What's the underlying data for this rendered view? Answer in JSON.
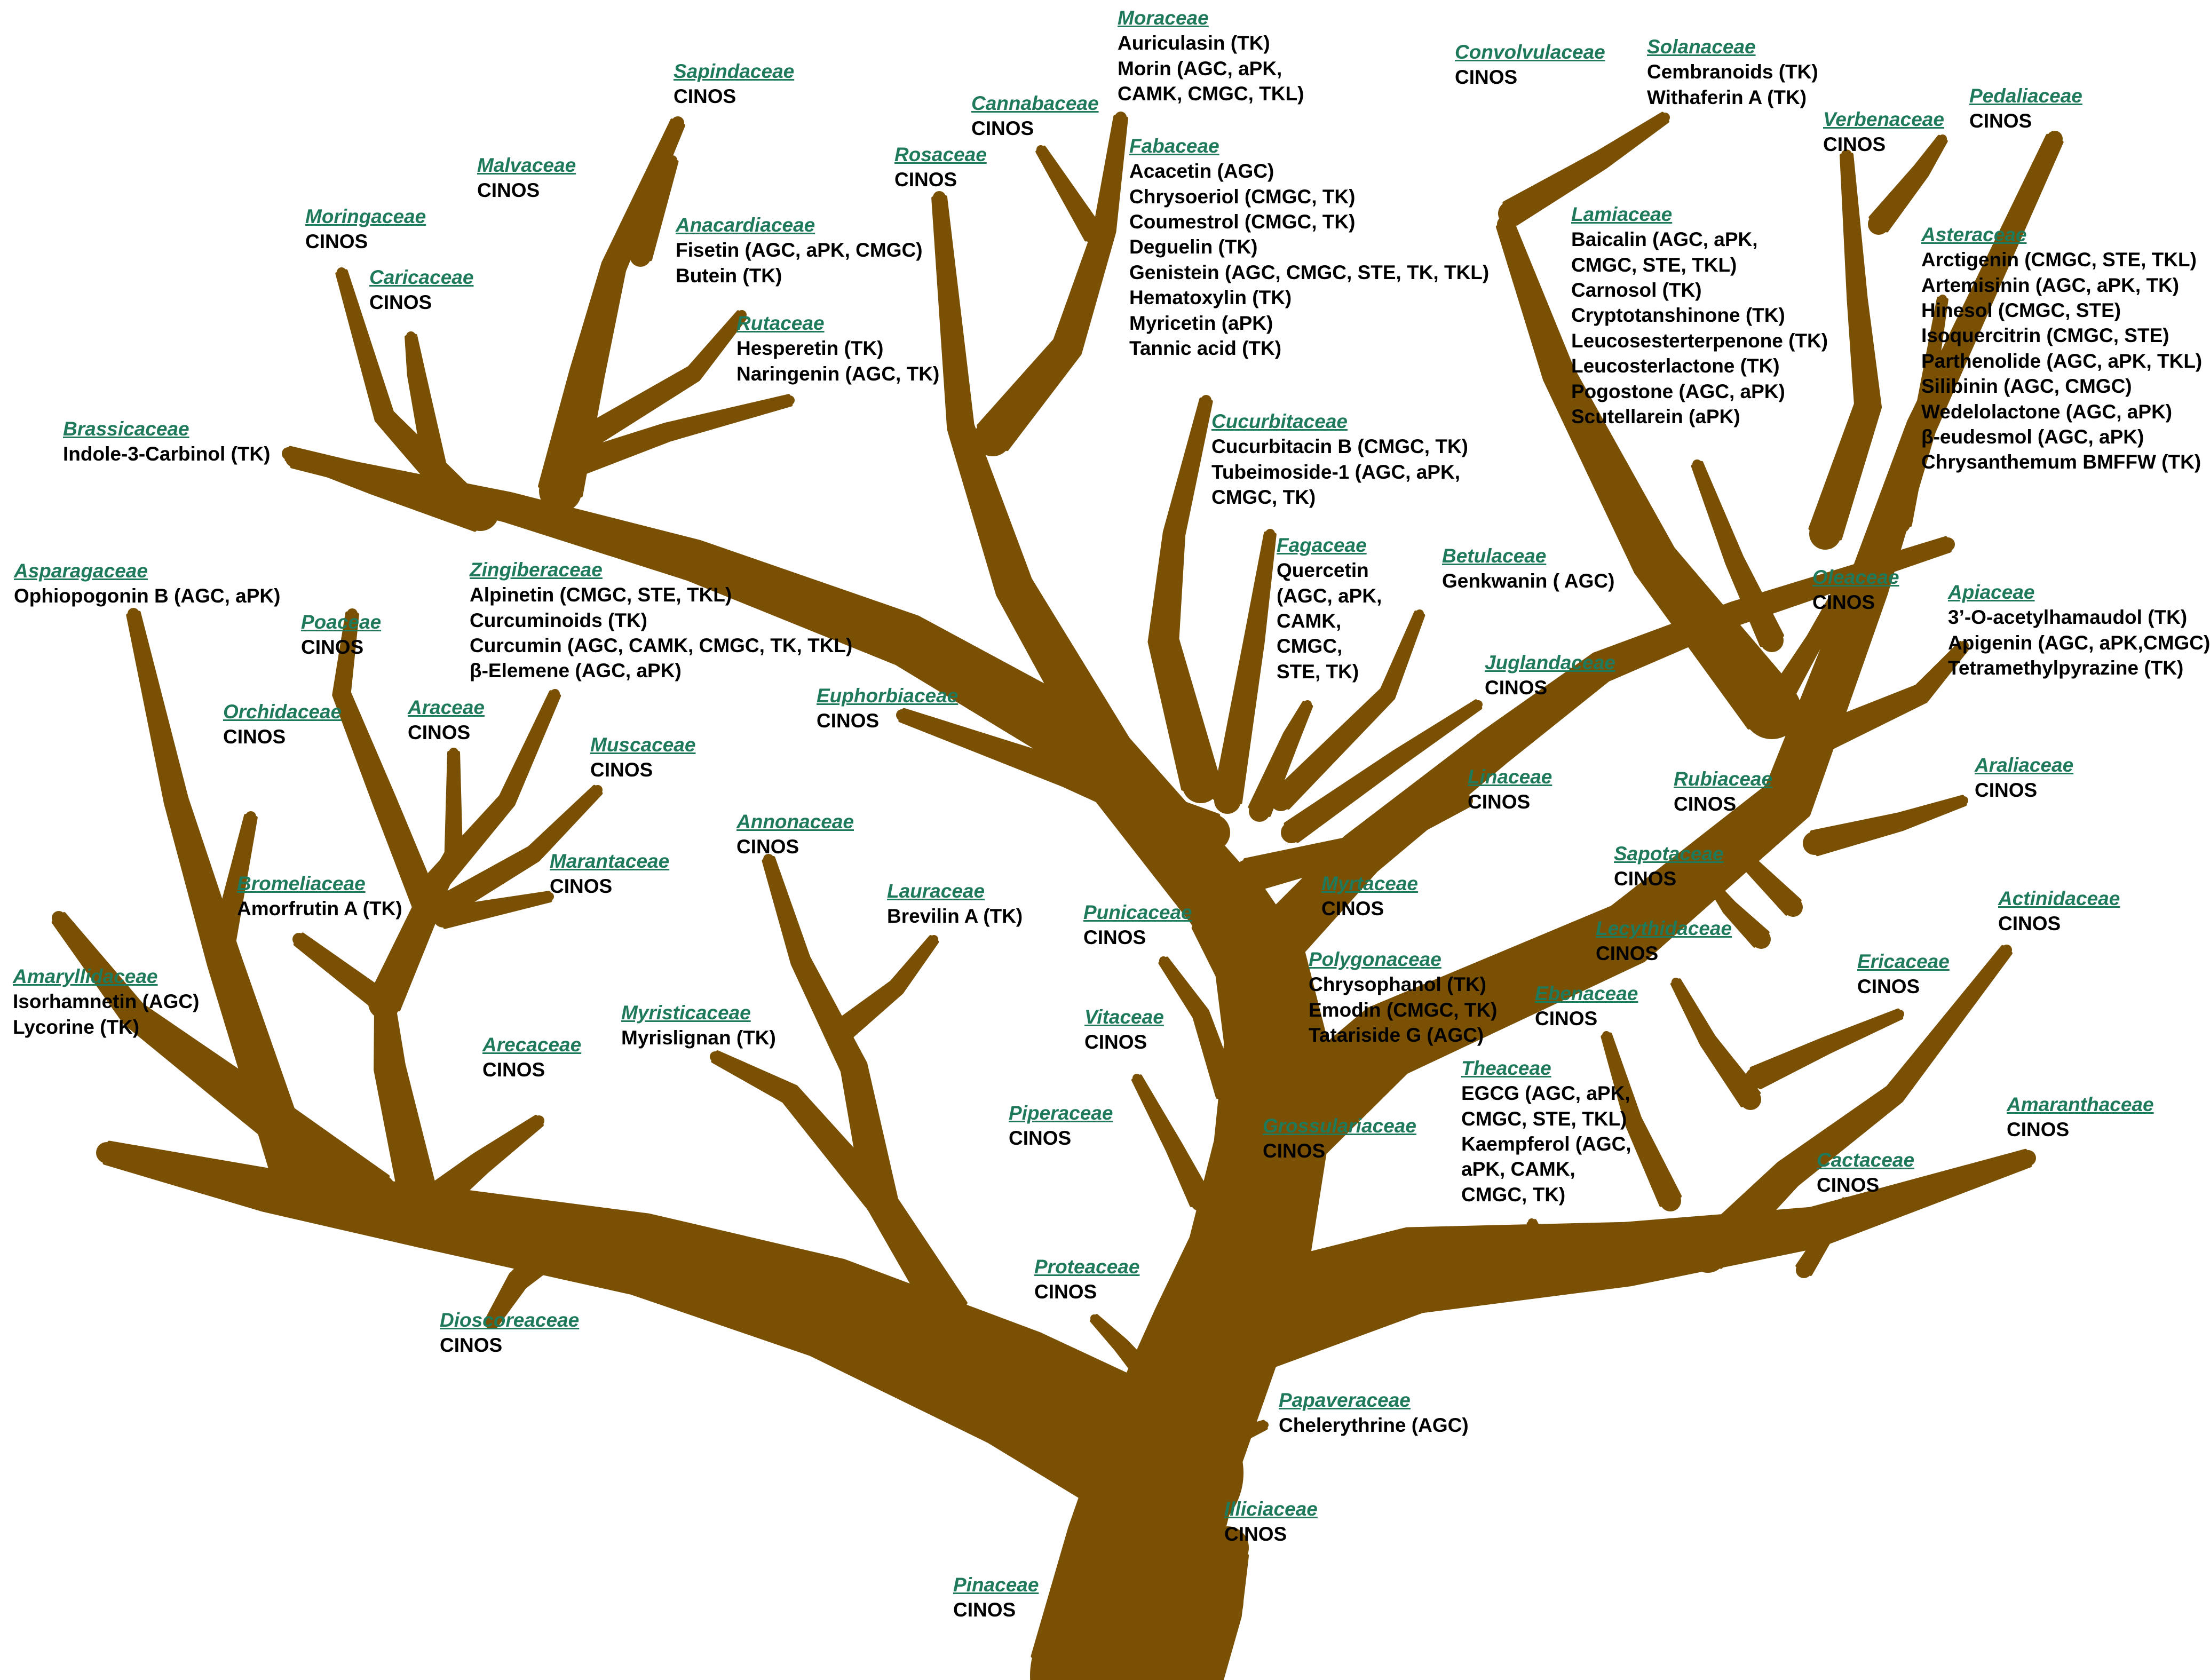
{
  "colors": {
    "trunk": "#7a5004",
    "family_name": "#1e7a5a",
    "compound_text": "#000000",
    "background": "#ffffff"
  },
  "families": [
    {
      "name": "Moraceae",
      "compounds": [
        "Auriculasin (TK)",
        "Morin (AGC, aPK,",
        "CAMK, CMGC, TKL)"
      ]
    },
    {
      "name": "Cannabaceae",
      "compounds": [
        "CINOS"
      ]
    },
    {
      "name": "Rosaceae",
      "compounds": [
        "CINOS"
      ]
    },
    {
      "name": "Fabaceae",
      "compounds": [
        "Acacetin (AGC)",
        "Chrysoeriol (CMGC, TK)",
        "Coumestrol (CMGC, TK)",
        "Deguelin (TK)",
        "Genistein (AGC, CMGC, STE, TK, TKL)",
        "Hematoxylin (TK)",
        "Myricetin (aPK)",
        "Tannic acid (TK)"
      ]
    },
    {
      "name": "Sapindaceae",
      "compounds": [
        "CINOS"
      ]
    },
    {
      "name": "Malvaceae",
      "compounds": [
        "CINOS"
      ]
    },
    {
      "name": "Moringaceae",
      "compounds": [
        "CINOS"
      ]
    },
    {
      "name": "Caricaceae",
      "compounds": [
        "CINOS"
      ]
    },
    {
      "name": "Anacardiaceae",
      "compounds": [
        "Fisetin (AGC, aPK, CMGC)",
        "Butein (TK)"
      ]
    },
    {
      "name": "Rutaceae",
      "compounds": [
        "Hesperetin (TK)",
        "Naringenin (AGC, TK)"
      ]
    },
    {
      "name": "Brassicaceae",
      "compounds": [
        "Indole-3-Carbinol (TK)"
      ]
    },
    {
      "name": "Convolvulaceae",
      "compounds": [
        "CINOS"
      ]
    },
    {
      "name": "Solanaceae",
      "compounds": [
        "Cembranoids (TK)",
        "Withaferin A (TK)"
      ]
    },
    {
      "name": "Verbenaceae",
      "compounds": [
        "CINOS"
      ]
    },
    {
      "name": "Pedaliaceae",
      "compounds": [
        "CINOS"
      ]
    },
    {
      "name": "Lamiaceae",
      "compounds": [
        "Baicalin (AGC, aPK,",
        "CMGC, STE, TKL)",
        "Carnosol (TK)",
        "Cryptotanshinone (TK)",
        "Leucosesterterpenone (TK)",
        "Leucosterlactone  (TK)",
        "Pogostone (AGC, aPK)",
        "Scutellarein (aPK)"
      ]
    },
    {
      "name": "Asteraceae",
      "compounds": [
        "Arctigenin  (CMGC, STE, TKL)",
        "Artemisinin (AGC, aPK, TK)",
        "Hinesol (CMGC, STE)",
        "Isoquercitrin (CMGC, STE)",
        "Parthenolide (AGC, aPK, TKL)",
        "Silibinin (AGC, CMGC)",
        "Wedelolactone (AGC, aPK)",
        "β-eudesmol (AGC, aPK)",
        "Chrysanthemum BMFFW (TK)"
      ]
    },
    {
      "name": "Cucurbitaceae",
      "compounds": [
        "Cucurbitacin B (CMGC, TK)",
        "Tubeimoside-1 (AGC, aPK,",
        "CMGC, TK)"
      ]
    },
    {
      "name": "Fagaceae",
      "compounds": [
        "Quercetin",
        "(AGC, aPK,",
        "CAMK,",
        "CMGC,",
        "STE, TK)"
      ]
    },
    {
      "name": "Betulaceae",
      "compounds": [
        "Genkwanin ( AGC)"
      ]
    },
    {
      "name": "Oleaceae",
      "compounds": [
        "CINOS"
      ]
    },
    {
      "name": "Apiaceae",
      "compounds": [
        "3’-O-acetylhamaudol (TK)",
        "Apigenin (AGC, aPK,CMGC)",
        "Tetramethylpyrazine (TK)"
      ]
    },
    {
      "name": "Juglandaceae",
      "compounds": [
        "CINOS"
      ]
    },
    {
      "name": "Asparagaceae",
      "compounds": [
        "Ophiopogonin B (AGC, aPK)"
      ]
    },
    {
      "name": "Zingiberaceae",
      "compounds": [
        "Alpinetin (CMGC, STE, TKL)",
        "Curcuminoids (TK)",
        "Curcumin (AGC, CAMK, CMGC, TK, TKL)",
        "β-Elemene (AGC, aPK)"
      ]
    },
    {
      "name": "Poaceae",
      "compounds": [
        "CINOS"
      ]
    },
    {
      "name": "Euphorbiaceae",
      "compounds": [
        "CINOS"
      ]
    },
    {
      "name": "Orchidaceae",
      "compounds": [
        "CINOS"
      ]
    },
    {
      "name": "Araceae",
      "compounds": [
        "CINOS"
      ]
    },
    {
      "name": "Muscaceae",
      "compounds": [
        "CINOS"
      ]
    },
    {
      "name": "Linaceae",
      "compounds": [
        "CINOS"
      ]
    },
    {
      "name": "Rubiaceae",
      "compounds": [
        "CINOS"
      ]
    },
    {
      "name": "Araliaceae",
      "compounds": [
        "CINOS"
      ]
    },
    {
      "name": "Annonaceae",
      "compounds": [
        "CINOS"
      ]
    },
    {
      "name": "Bromeliaceae",
      "compounds": [
        "Amorfrutin A (TK)"
      ]
    },
    {
      "name": "Marantaceae",
      "compounds": [
        "CINOS"
      ]
    },
    {
      "name": "Lauraceae",
      "compounds": [
        "Brevilin A (TK)"
      ]
    },
    {
      "name": "Sapotaceae",
      "compounds": [
        "CINOS"
      ]
    },
    {
      "name": "Punicaceae",
      "compounds": [
        "CINOS"
      ]
    },
    {
      "name": "Myrtaceae",
      "compounds": [
        "CINOS"
      ]
    },
    {
      "name": "Actinidaceae",
      "compounds": [
        "CINOS"
      ]
    },
    {
      "name": "Polygonaceae",
      "compounds": [
        "Chrysophanol (TK)",
        "Emodin (CMGC, TK)",
        "Tatariside G (AGC)"
      ]
    },
    {
      "name": "Lecythidaceae",
      "compounds": [
        "CINOS"
      ]
    },
    {
      "name": "Ericaceae",
      "compounds": [
        "CINOS"
      ]
    },
    {
      "name": "Amaryllidaceae",
      "compounds": [
        "Isorhamnetin (AGC)",
        "Lycorine (TK)"
      ]
    },
    {
      "name": "Myristicaceae",
      "compounds": [
        "Myrislignan  (TK)"
      ]
    },
    {
      "name": "Vitaceae",
      "compounds": [
        "CINOS"
      ]
    },
    {
      "name": "Ebenaceae",
      "compounds": [
        "CINOS"
      ]
    },
    {
      "name": "Arecaceae",
      "compounds": [
        "CINOS"
      ]
    },
    {
      "name": "Theaceae",
      "compounds": [
        "EGCG (AGC, aPK,",
        "CMGC, STE, TKL)",
        "Kaempferol (AGC,",
        "aPK, CAMK,",
        "CMGC, TK)"
      ]
    },
    {
      "name": "Piperaceae",
      "compounds": [
        "CINOS"
      ]
    },
    {
      "name": "Amaranthaceae",
      "compounds": [
        "CINOS"
      ]
    },
    {
      "name": "Grossulariaceae",
      "compounds": [
        "CINOS"
      ]
    },
    {
      "name": "Cactaceae",
      "compounds": [
        "CINOS"
      ]
    },
    {
      "name": "Proteaceae",
      "compounds": [
        "CINOS"
      ]
    },
    {
      "name": "Dioscoreaceae",
      "compounds": [
        "CINOS"
      ]
    },
    {
      "name": "Papaveraceae",
      "compounds": [
        "Chelerythrine (AGC)"
      ]
    },
    {
      "name": "Illiciaceae",
      "compounds": [
        "CINOS"
      ]
    },
    {
      "name": "Pinaceae",
      "compounds": [
        "CINOS"
      ]
    }
  ]
}
